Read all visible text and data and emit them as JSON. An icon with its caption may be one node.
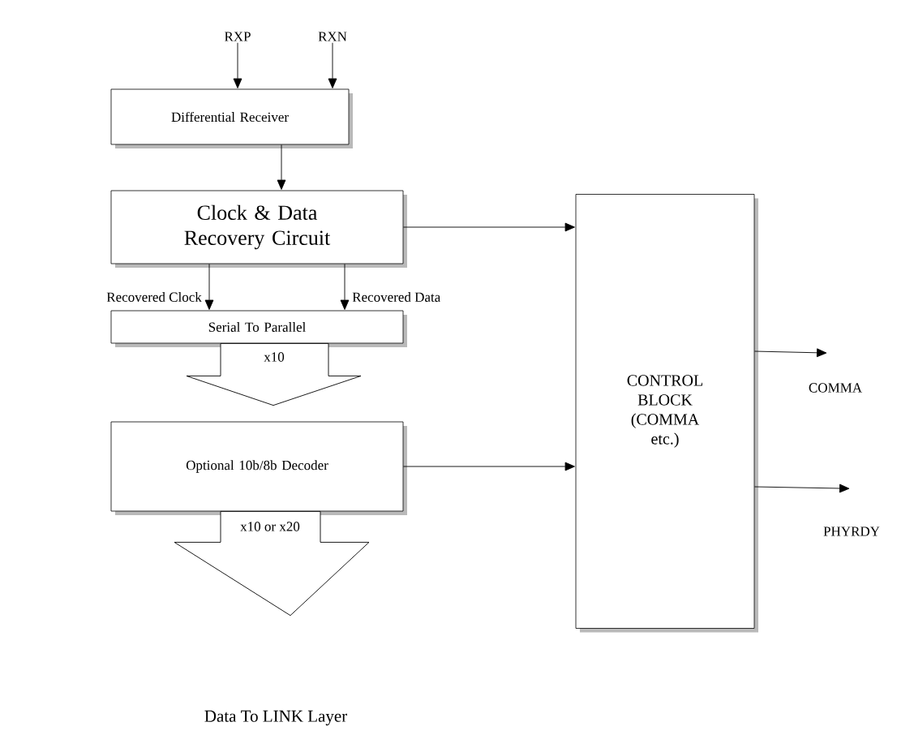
{
  "diagram": {
    "nodes": [
      {
        "text": [
          "RXP"
        ]
      },
      {
        "text": [
          "RXN"
        ]
      },
      {
        "text": [
          "Differential Receiver"
        ]
      },
      {
        "text": [
          "Clock & Data Recovery Circuit"
        ]
      },
      {
        "text": [
          "Serial To Parallel"
        ]
      },
      {
        "text": [
          "Optional 10b/8b Decoder"
        ]
      },
      {
        "text": [
          "CONTROL BLOCK (COMMA etc.)"
        ]
      },
      {
        "text": [
          "COMMA"
        ]
      },
      {
        "text": [
          "PHYRDY"
        ]
      },
      {
        "text": [
          "Data To LINK Layer"
        ]
      }
    ],
    "edges": [
      {
        "from": 0,
        "to": 2,
        "arrow": "to"
      },
      {
        "from": 1,
        "to": 2,
        "arrow": "to"
      },
      {
        "from": 2,
        "to": 3,
        "arrow": "to"
      },
      {
        "from": 3,
        "to": 4,
        "arrow": "to",
        "label": "Recovered Clock"
      },
      {
        "from": 3,
        "to": 4,
        "arrow": "to",
        "label": "Recovered Data"
      },
      {
        "from": 4,
        "to": 5,
        "arrow": "to",
        "label": "x10",
        "style": "thick"
      },
      {
        "from": 5,
        "to": 9,
        "arrow": "to",
        "label": "x10 or x20",
        "style": "thick"
      },
      {
        "from": 3,
        "to": 6,
        "arrow": "to"
      },
      {
        "from": 5,
        "to": 6,
        "arrow": "to"
      },
      {
        "from": 6,
        "to": 7,
        "arrow": "to"
      },
      {
        "from": 6,
        "to": 8,
        "arrow": "to"
      }
    ]
  }
}
